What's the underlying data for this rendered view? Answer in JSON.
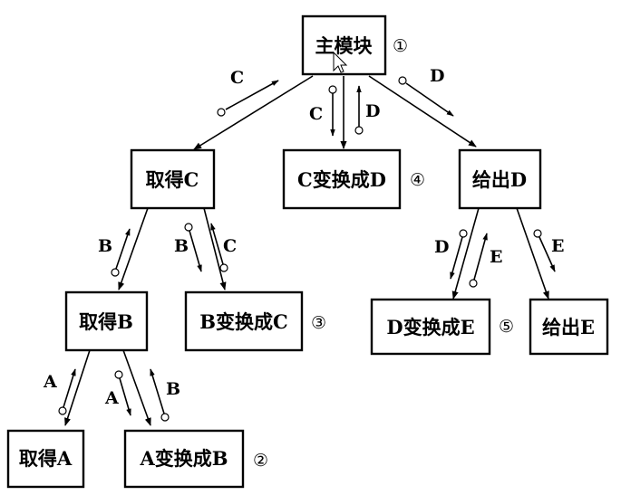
{
  "nodes": {
    "main": "主模块",
    "get_c": "取得C",
    "c_to_d": "C变换成D",
    "put_d": "给出D",
    "get_b": "取得B",
    "b_to_c": "B变换成C",
    "d_to_e": "D变换成E",
    "put_e": "给出E",
    "get_a": "取得A",
    "a_to_b": "A变换成B"
  },
  "numbers": {
    "n1": "①",
    "n2": "②",
    "n3": "③",
    "n4": "④",
    "n5": "⑤"
  },
  "flags": {
    "main_getc": "C",
    "main_cd_down": "C",
    "main_cd_up": "D",
    "main_putd": "D",
    "getc_getb": "B",
    "getc_bc_down": "B",
    "getc_bc_up": "C",
    "putd_de_down": "D",
    "putd_de_up": "E",
    "putd_pute": "E",
    "getb_geta": "A",
    "getb_ab_down": "A",
    "getb_ab_up": "B"
  },
  "colors": {
    "ink": "#000000",
    "background": "#ffffff"
  }
}
